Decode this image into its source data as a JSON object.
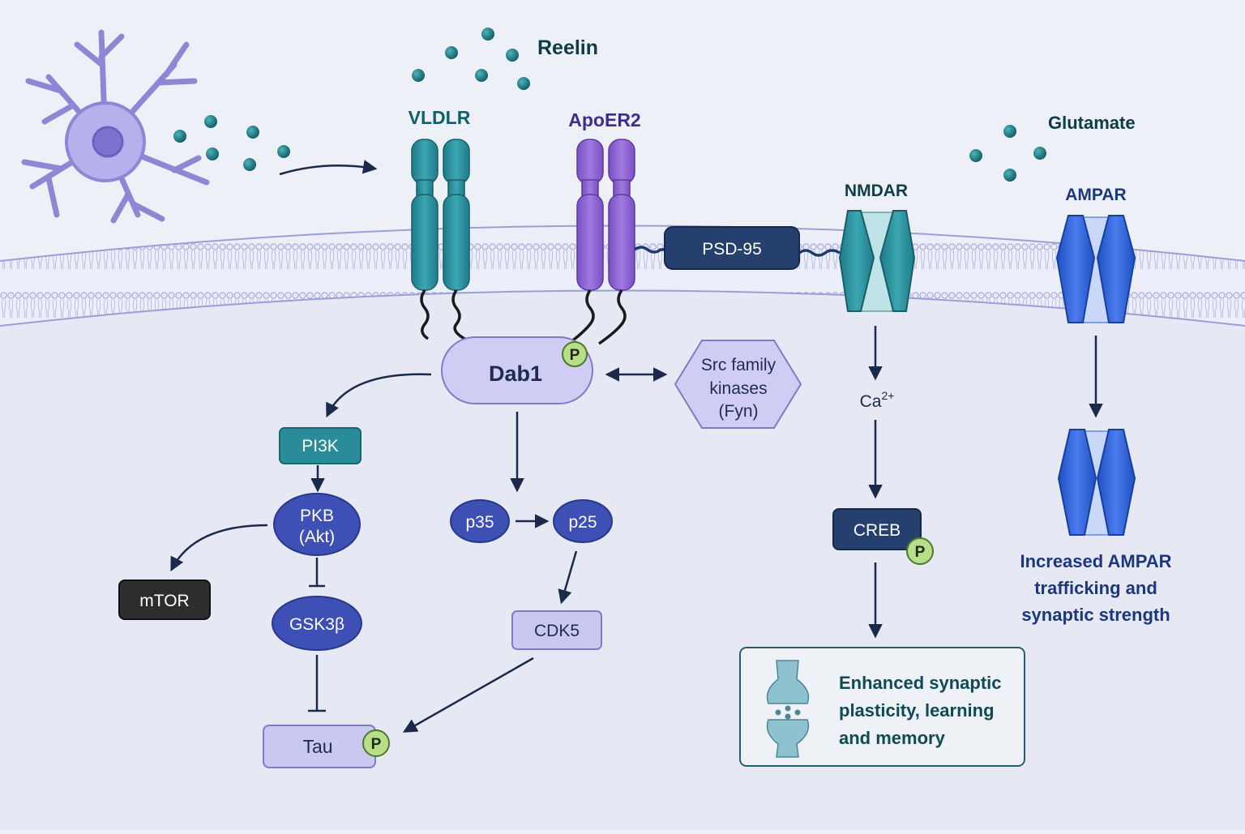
{
  "ligands": {
    "reelin": "Reelin",
    "glutamate": "Glutamate"
  },
  "receptors": {
    "vldlr": "VLDLR",
    "apoer2": "ApoER2",
    "nmdar": "NMDAR",
    "ampar": "AMPAR"
  },
  "scaffold": {
    "psd95": "PSD-95"
  },
  "nodes": {
    "dab1": "Dab1",
    "src_line1": "Src family",
    "src_line2": "kinases",
    "src_line3": "(Fyn)",
    "pi3k": "PI3K",
    "pkb_line1": "PKB",
    "pkb_line2": "(Akt)",
    "mtor": "mTOR",
    "gsk3b": "GSK3β",
    "tau": "Tau",
    "p35": "p35",
    "p25": "p25",
    "cdk5": "CDK5",
    "calcium": "Ca",
    "calcium_charge": "2+",
    "creb": "CREB",
    "phospho": "P"
  },
  "outcomes": {
    "ampar_line1": "Increased AMPAR",
    "ampar_line2": "trafficking and",
    "ampar_line3": "synaptic strength",
    "plasticity_line1": "Enhanced synaptic",
    "plasticity_line2": "plasticity, learning",
    "plasticity_line3": "and memory"
  },
  "colors": {
    "teal": "#2a8c98",
    "purple": "#8b5fcf",
    "navy": "#1f3a6b",
    "indigo": "#3e4fb6",
    "lavender": "#c9c8f0",
    "phospho": "#b9de8a",
    "ampar_blue": "#2f63d8"
  }
}
